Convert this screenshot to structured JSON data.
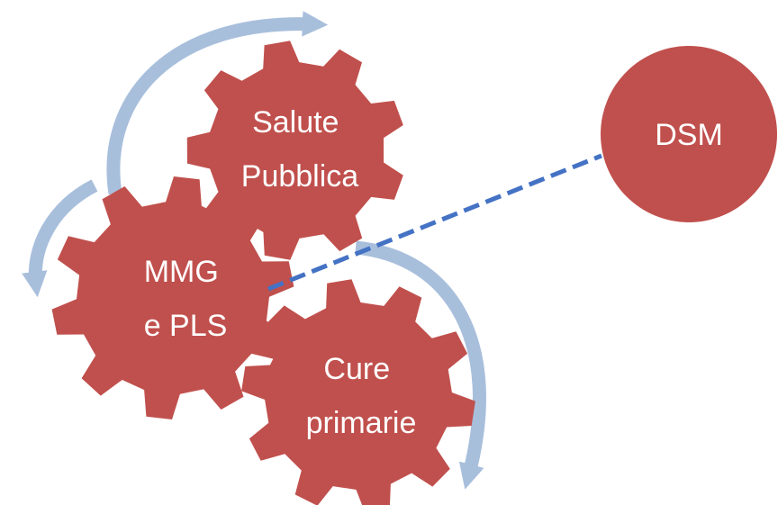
{
  "diagram": {
    "gears": {
      "salute_pubblica": {
        "line1": "Salute",
        "line2": "Pubblica"
      },
      "mmg_pls": {
        "line1": "MMG",
        "line2": "e PLS"
      },
      "cure_primarie": {
        "line1": "Cure",
        "line2": "primarie"
      }
    },
    "dsm": {
      "label": "DSM"
    }
  },
  "colors": {
    "gear_fill": "#c0504d",
    "arrow": "#a8bfdc",
    "dashed_link": "#4472c4",
    "text": "#ffffff"
  }
}
